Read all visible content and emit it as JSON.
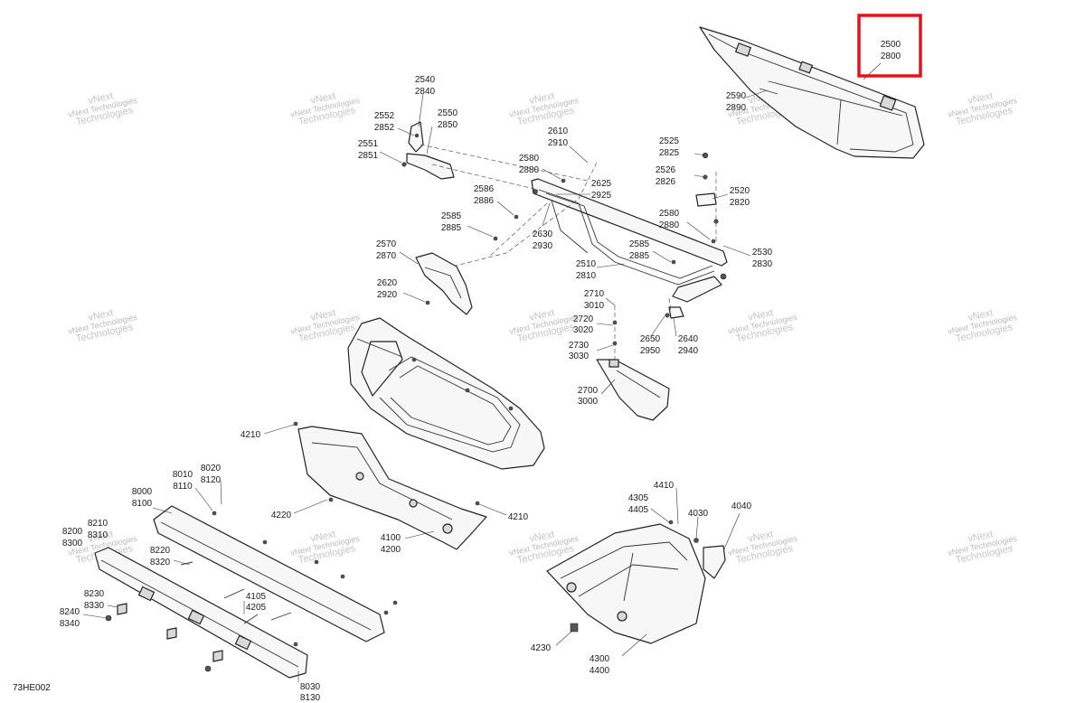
{
  "diagram_code": "73HE002",
  "highlight_color": "#e0141b",
  "watermark": {
    "line1": "vNext",
    "line2": "Technologies",
    "line3": "vNext Technologies"
  },
  "callouts": [
    {
      "id": "c2500",
      "top": "2500",
      "bottom": "2800"
    },
    {
      "id": "c2590",
      "top": "2590",
      "bottom": "2890"
    },
    {
      "id": "c2540",
      "top": "2540",
      "bottom": "2840"
    },
    {
      "id": "c2552",
      "top": "2552",
      "bottom": "2852"
    },
    {
      "id": "c2550",
      "top": "2550",
      "bottom": "2850"
    },
    {
      "id": "c2551",
      "top": "2551",
      "bottom": "2851"
    },
    {
      "id": "c2610",
      "top": "2610",
      "bottom": "2910"
    },
    {
      "id": "c2580a",
      "top": "2580",
      "bottom": "2880"
    },
    {
      "id": "c2525",
      "top": "2525",
      "bottom": "2825"
    },
    {
      "id": "c2526",
      "top": "2526",
      "bottom": "2826"
    },
    {
      "id": "c2520",
      "top": "2520",
      "bottom": "2820"
    },
    {
      "id": "c2586",
      "top": "2586",
      "bottom": "2886"
    },
    {
      "id": "c2625",
      "top": "2625",
      "bottom": "2925"
    },
    {
      "id": "c2585a",
      "top": "2585",
      "bottom": "2885"
    },
    {
      "id": "c2580b",
      "top": "2580",
      "bottom": "2880"
    },
    {
      "id": "c2630",
      "top": "2630",
      "bottom": "2930"
    },
    {
      "id": "c2530",
      "top": "2530",
      "bottom": "2830"
    },
    {
      "id": "c2570",
      "top": "2570",
      "bottom": "2870"
    },
    {
      "id": "c2585b",
      "top": "2585",
      "bottom": "2885"
    },
    {
      "id": "c2510",
      "top": "2510",
      "bottom": "2810"
    },
    {
      "id": "c2620",
      "top": "2620",
      "bottom": "2920"
    },
    {
      "id": "c2710",
      "top": "2710",
      "bottom": "3010"
    },
    {
      "id": "c2720",
      "top": "2720",
      "bottom": "3020"
    },
    {
      "id": "c2650",
      "top": "2650",
      "bottom": "2950"
    },
    {
      "id": "c2640",
      "top": "2640",
      "bottom": "2940"
    },
    {
      "id": "c2730",
      "top": "2730",
      "bottom": "3030"
    },
    {
      "id": "c2700",
      "top": "2700",
      "bottom": "3000"
    },
    {
      "id": "c8020",
      "top": "8020",
      "bottom": "8120"
    },
    {
      "id": "c8010",
      "top": "8010",
      "bottom": "8110"
    },
    {
      "id": "c8000",
      "top": "8000",
      "bottom": "8100"
    },
    {
      "id": "c8210",
      "top": "8210",
      "bottom": "8310"
    },
    {
      "id": "c8200",
      "top": "8200",
      "bottom": "8300"
    },
    {
      "id": "c8220",
      "top": "8220",
      "bottom": "8320"
    },
    {
      "id": "c8230",
      "top": "8230",
      "bottom": "8330"
    },
    {
      "id": "c8240",
      "top": "8240",
      "bottom": "8340"
    },
    {
      "id": "c4105",
      "top": "4105",
      "bottom": "4205"
    },
    {
      "id": "c4100",
      "top": "4100",
      "bottom": "4200"
    },
    {
      "id": "c4410",
      "top": "4410",
      "bottom": ""
    },
    {
      "id": "c4305",
      "top": "4305",
      "bottom": "4405"
    },
    {
      "id": "c4030",
      "top": "4030",
      "bottom": ""
    },
    {
      "id": "c4040",
      "top": "4040",
      "bottom": ""
    },
    {
      "id": "c4300",
      "top": "4300",
      "bottom": "4400"
    },
    {
      "id": "c8030",
      "top": "8030",
      "bottom": "8130"
    },
    {
      "id": "c4210a",
      "top": "4210",
      "bottom": ""
    },
    {
      "id": "c4220",
      "top": "4220",
      "bottom": ""
    },
    {
      "id": "c4210b",
      "top": "4210",
      "bottom": ""
    },
    {
      "id": "c4230",
      "top": "4230",
      "bottom": ""
    }
  ]
}
